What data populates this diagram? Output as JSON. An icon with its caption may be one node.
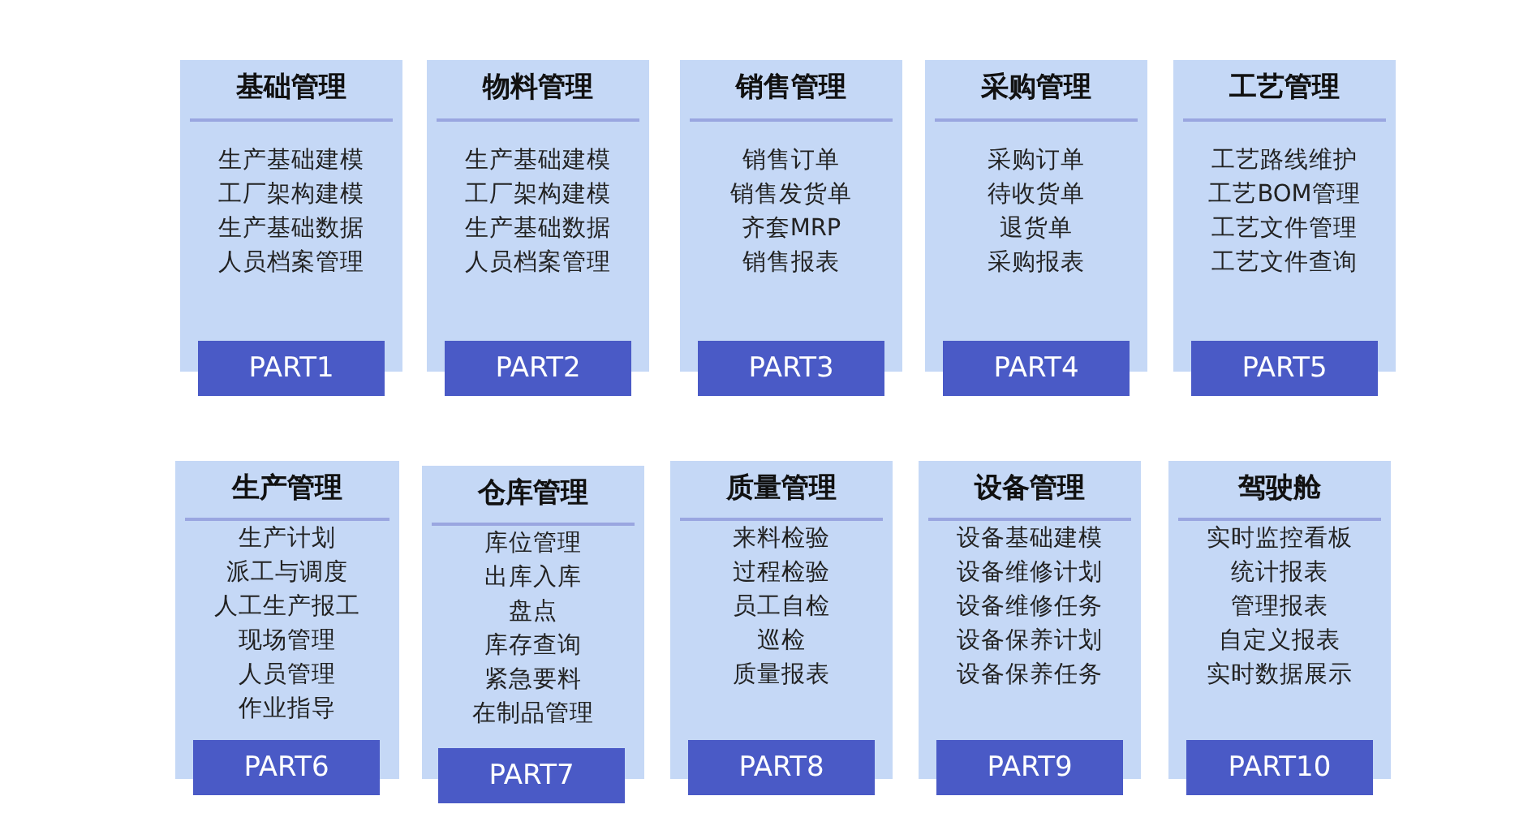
{
  "diagram": {
    "nodes": [
      {
        "text": [
          "基础管理",
          "生产基础建模",
          "工厂架构建模",
          "生产基础数据",
          "人员档案管理"
        ]
      },
      {
        "text": [
          "PART1"
        ],
        "in": 0
      },
      {
        "text": [
          "物料管理",
          "生产基础建模",
          "工厂架构建模",
          "生产基础数据",
          "人员档案管理"
        ]
      },
      {
        "text": [
          "PART2"
        ],
        "in": 2
      },
      {
        "text": [
          "销售管理",
          "销售订单",
          "销售发货单",
          "齐套MRP",
          "销售报表"
        ]
      },
      {
        "text": [
          "PART3"
        ],
        "in": 4
      },
      {
        "text": [
          "采购管理",
          "采购订单",
          "待收货单",
          "退货单",
          "采购报表"
        ]
      },
      {
        "text": [
          "PART4"
        ],
        "in": 6
      },
      {
        "text": [
          "工艺管理",
          "工艺路线维护",
          "工艺BOM管理",
          "工艺文件管理",
          "工艺文件查询"
        ]
      },
      {
        "text": [
          "PART5"
        ],
        "in": 8
      },
      {
        "text": [
          "生产管理",
          "生产计划",
          "派工与调度",
          "人工生产报工",
          "现场管理",
          "人员管理",
          "作业指导"
        ]
      },
      {
        "text": [
          "PART6"
        ],
        "in": 10
      },
      {
        "text": [
          "仓库管理",
          "库位管理",
          "出库入库",
          "盘点",
          "库存查询",
          "紧急要料",
          "在制品管理"
        ]
      },
      {
        "text": [
          "PART7"
        ],
        "in": 12
      },
      {
        "text": [
          "质量管理",
          "来料检验",
          "过程检验",
          "员工自检",
          "巡检",
          "质量报表"
        ]
      },
      {
        "text": [
          "PART8"
        ],
        "in": 14
      },
      {
        "text": [
          "设备管理",
          "设备基础建模",
          "设备维修计划",
          "设备维修任务",
          "设备保养计划",
          "设备保养任务"
        ]
      },
      {
        "text": [
          "PART9"
        ],
        "in": 16
      },
      {
        "text": [
          "驾驶舱",
          "实时监控看板",
          "统计报表",
          "管理报表",
          "自定义报表",
          "实时数据展示"
        ]
      },
      {
        "text": [
          "PART10"
        ],
        "in": 18
      }
    ]
  }
}
